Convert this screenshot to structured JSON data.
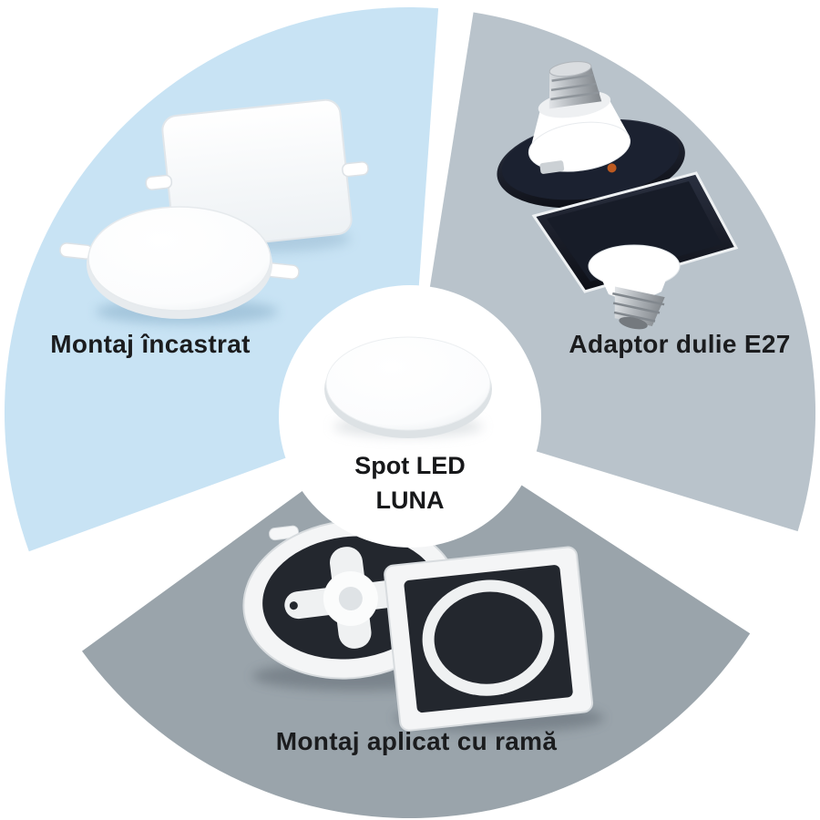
{
  "product": {
    "name_line1": "Spot LED",
    "name_line2": "LUNA"
  },
  "sections": {
    "recessed": {
      "label": "Montaj încastrat"
    },
    "adapter": {
      "label": "Adaptor dulie E27"
    },
    "surface": {
      "label": "Montaj aplicat cu ramă"
    }
  },
  "colors": {
    "background": "#ffffff",
    "wedge_recessed": "#c8e3f4",
    "wedge_adapter": "#b9c3cb",
    "wedge_surface": "#9aa4ab",
    "text": "#1b1c1e"
  }
}
